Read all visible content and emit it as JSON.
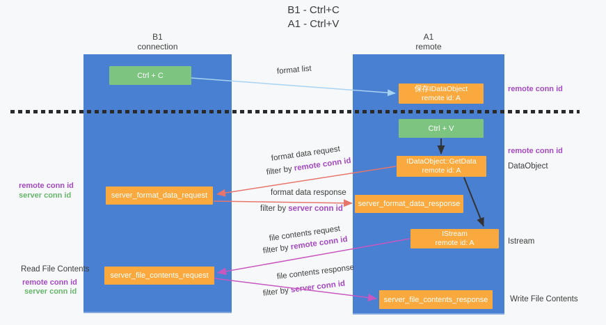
{
  "title": {
    "line1": "B1 - Ctrl+C",
    "line2": "A1 - Ctrl+V"
  },
  "columns": {
    "left": {
      "name": "B1",
      "role": "connection"
    },
    "right": {
      "name": "A1",
      "role": "remote"
    }
  },
  "nodes": {
    "ctrl_c": "Ctrl + C",
    "ctrl_v": "Ctrl + V",
    "save_dataobject": {
      "line1": "保存IDataObject",
      "line2": "remote id: A"
    },
    "getdata": {
      "line1": "IDataObject::GetData",
      "line2": "remote id: A"
    },
    "istream": {
      "line1": "IStream",
      "line2": "remote id: A"
    },
    "server_format_data_request": "server_format_data_request",
    "server_format_data_response": "server_format_data_response",
    "server_file_contents_request": "server_file_contents_request",
    "server_file_contents_response": "server_file_contents_response"
  },
  "side_labels": {
    "remote_conn_id_top": "remote conn id",
    "remote_conn_id_mid": "remote conn id",
    "dataobject": "DataObject",
    "istream": "Istream",
    "write_file_contents": "Write File Contents",
    "read_file_contents": "Read File Contents",
    "left_remote_conn_id_1": "remote conn id",
    "left_server_conn_id_1": "server conn id",
    "left_remote_conn_id_2": "remote conn id",
    "left_server_conn_id_2": "server conn id"
  },
  "flow_labels": {
    "format_list": "format list",
    "format_request": {
      "title": "format data request",
      "filter_prefix": "filter by ",
      "filter_id": "remote conn id"
    },
    "format_response": {
      "title": "format data response",
      "filter_prefix": "filter by ",
      "filter_id": "server conn id"
    },
    "file_request": {
      "title": "file contents request",
      "filter_prefix": "filter by ",
      "filter_id": "remote conn id"
    },
    "file_response": {
      "title": "file contents response",
      "filter_prefix": "filter by ",
      "filter_id": "server conn id"
    }
  },
  "colors": {
    "background": "#f7f8f9",
    "panel_blue": "#4a80d2",
    "box_green": "#7cc47f",
    "box_orange": "#f9a93d",
    "arrow_lightblue": "#a9d3f2",
    "arrow_black": "#333333",
    "arrow_red": "#e8756b",
    "arrow_magenta": "#c857c0",
    "text_purple": "#a44ac2",
    "text_green": "#67b56b",
    "text_dark": "#3b3b3b"
  }
}
